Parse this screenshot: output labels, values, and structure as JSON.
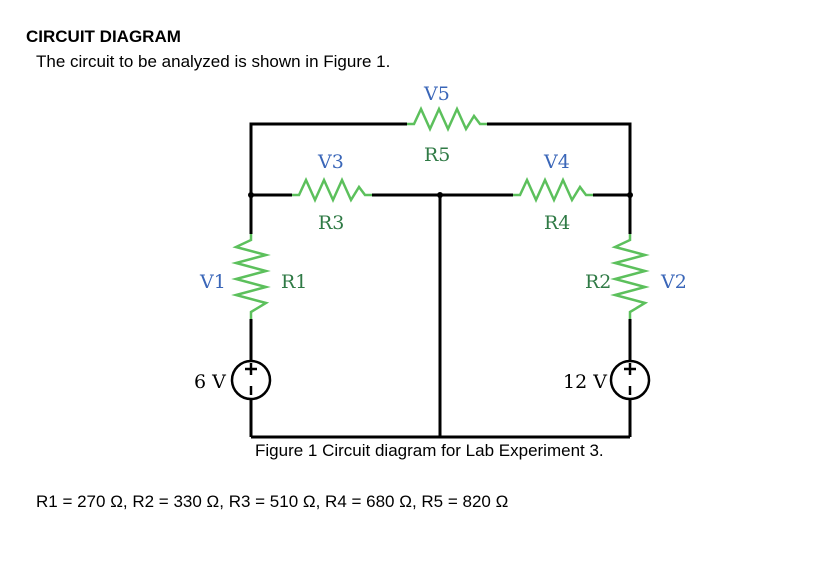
{
  "header": {
    "title": "CIRCUIT DIAGRAM",
    "intro": "The circuit to be analyzed is shown in Figure 1."
  },
  "figure": {
    "caption": "Figure 1 Circuit diagram for Lab Experiment 3."
  },
  "circuit": {
    "voltage_labels": {
      "v1": "V1",
      "v2": "V2",
      "v3": "V3",
      "v4": "V4",
      "v5": "V5"
    },
    "resistor_labels": {
      "r1": "R1",
      "r2": "R2",
      "r3": "R3",
      "r4": "R4",
      "r5": "R5"
    },
    "sources": {
      "left": "6 V",
      "right": "12 V"
    }
  },
  "colors": {
    "voltage_label": "#3a66b8",
    "resistor_label": "#2f7a45",
    "resistor": "#5cc05c",
    "wire": "#000000"
  },
  "component_values": "R1 = 270 Ω, R2 = 330 Ω, R3 = 510 Ω, R4 = 680 Ω, R5 = 820 Ω"
}
